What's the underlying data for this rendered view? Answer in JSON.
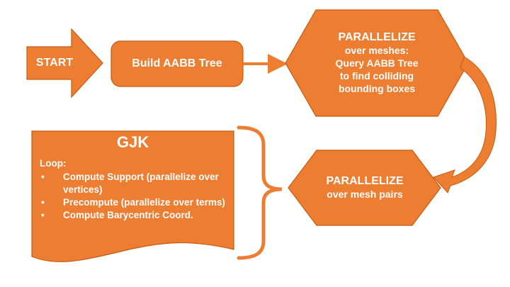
{
  "colors": {
    "shape_fill": "#ED7D31",
    "shape_stroke": "#C55A11",
    "text": "#FFFFFF",
    "background": "#FFFFFF"
  },
  "start_arrow": {
    "label": "START"
  },
  "build_box": {
    "label": "Build AABB Tree"
  },
  "hex_top": {
    "lines": [
      "PARALLELIZE",
      "over meshes:",
      "Query AABB Tree",
      "to find colliding",
      "bounding boxes"
    ]
  },
  "hex_bottom": {
    "lines": [
      "PARALLELIZE",
      "over mesh pairs"
    ]
  },
  "gjk": {
    "title": "GJK",
    "loop_label": "Loop:",
    "items": [
      "Compute Support  (parallelize over vertices)",
      "Precompute (parallelize over terms)",
      "Compute Barycentric Coord."
    ]
  }
}
